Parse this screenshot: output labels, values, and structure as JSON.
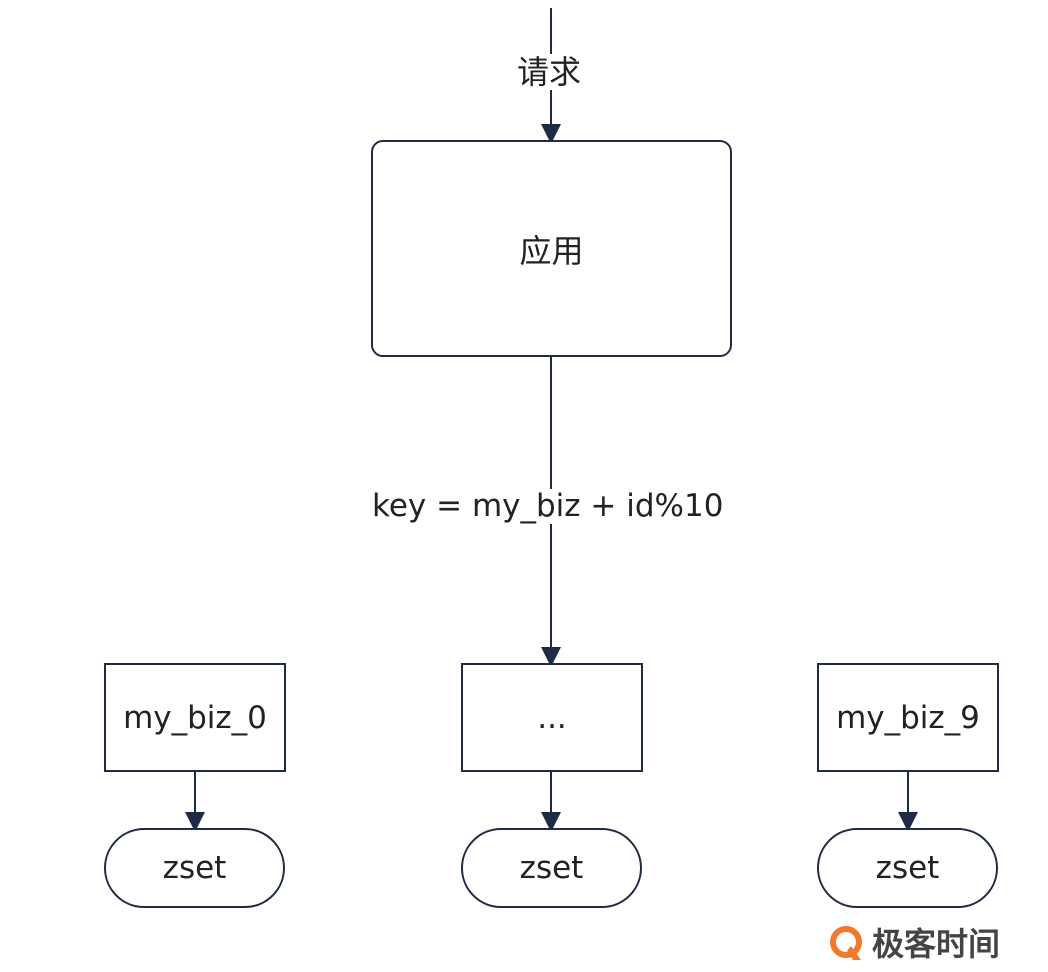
{
  "flow": {
    "request_label": "请求",
    "app_label": "应用",
    "formula_label": "key = my_biz + id%10"
  },
  "keys": [
    {
      "label": "my_biz_0"
    },
    {
      "label": "..."
    },
    {
      "label": "my_biz_9"
    }
  ],
  "stores": [
    {
      "label": "zset"
    },
    {
      "label": "zset"
    },
    {
      "label": "zset"
    }
  ],
  "watermark": {
    "text": "极客时间",
    "logo": "geektime-logo"
  },
  "colors": {
    "line": "#1f2a44",
    "text": "#222222",
    "logo_orange": "#f07a2a"
  }
}
